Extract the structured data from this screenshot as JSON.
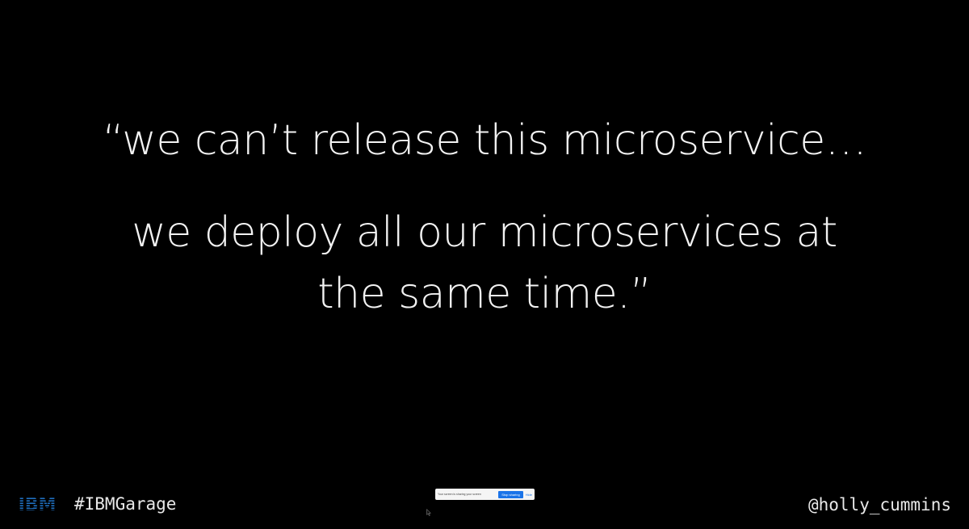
{
  "slide": {
    "quote": {
      "line1": "“we can’t release this microservice…",
      "line2": "we deploy all our microservices at",
      "line3": "the same time.”"
    },
    "footer": {
      "hashtag": "#IBMGarage",
      "handle": "@holly_cummins",
      "logo_text": "IBM",
      "logo_color": "#1f70c1"
    }
  },
  "share_bar": {
    "message": "Your screen is sharing your screen",
    "stop_label": "Stop sharing",
    "hide_label": "Hide"
  },
  "colors": {
    "background": "#000000",
    "text": "#f2f2f2",
    "accent": "#1a73e8"
  },
  "icons": {
    "cursor": "mouse-pointer-icon",
    "logo": "ibm-logo-icon"
  }
}
